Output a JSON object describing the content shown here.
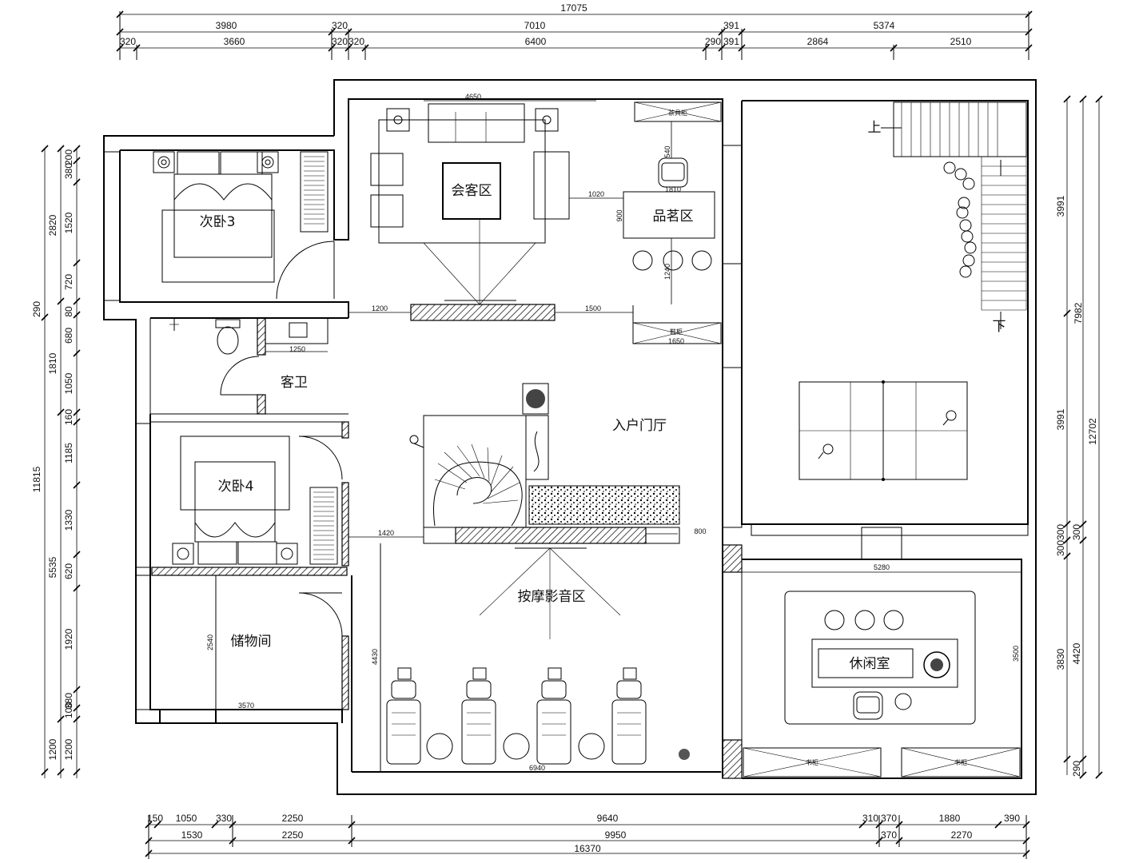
{
  "dimensions": {
    "top_total": "17075",
    "top_row1": [
      "3980",
      "320",
      "7010",
      "391",
      "5374"
    ],
    "top_row2": [
      "320",
      "3660",
      "320",
      "320",
      "6400",
      "290",
      "391",
      "2864",
      "2510"
    ],
    "bottom_total": "16370",
    "bottom_row1": [
      "150",
      "1050",
      "330",
      "2250",
      "9640",
      "310",
      "370",
      "1880",
      "390"
    ],
    "bottom_row2": [
      "1530",
      "2250",
      "9950",
      "370",
      "2270"
    ],
    "left_inner": [
      "200",
      "380",
      "1520",
      "720",
      "80",
      "680",
      "1050",
      "160",
      "1185",
      "1330",
      "620",
      "1920",
      "100",
      "380",
      "1200"
    ],
    "left_mid": [
      "2820",
      "1810",
      "5535",
      "1200"
    ],
    "left_outer": [
      "290",
      "11815"
    ],
    "right_inner": [
      "3991",
      "3991",
      "300",
      "300",
      "3830"
    ],
    "right_mid": [
      "300",
      "4420",
      "290"
    ],
    "right_outer": [
      "7982",
      "12702"
    ],
    "interior": {
      "d4650": "4650",
      "d1020": "1020",
      "d900": "900",
      "d1240": "1240",
      "d1200": "1200",
      "d1500": "1500",
      "d1250": "1250",
      "d1650": "1650",
      "d1420": "1420",
      "d800": "800",
      "d5280": "5280",
      "d4430": "4430",
      "d6940": "6940",
      "d2540": "2540",
      "d3570": "3570",
      "d3500": "3500",
      "d540": "540",
      "d1810b": "1810"
    }
  },
  "rooms": {
    "bedroom3": "次卧3",
    "reception": "会客区",
    "tea": "品茗区",
    "guest_bath": "客卫",
    "foyer": "入户门厅",
    "bedroom4": "次卧4",
    "storage": "储物间",
    "theater": "按摩影音区",
    "leisure": "休闲室"
  },
  "labels": {
    "tea_cabinet": "茶具柜",
    "shoe_cabinet": "鞋柜",
    "bookcase_left": "书柜",
    "bookcase_right": "书柜",
    "stair_up": "上",
    "stair_down": "下"
  }
}
